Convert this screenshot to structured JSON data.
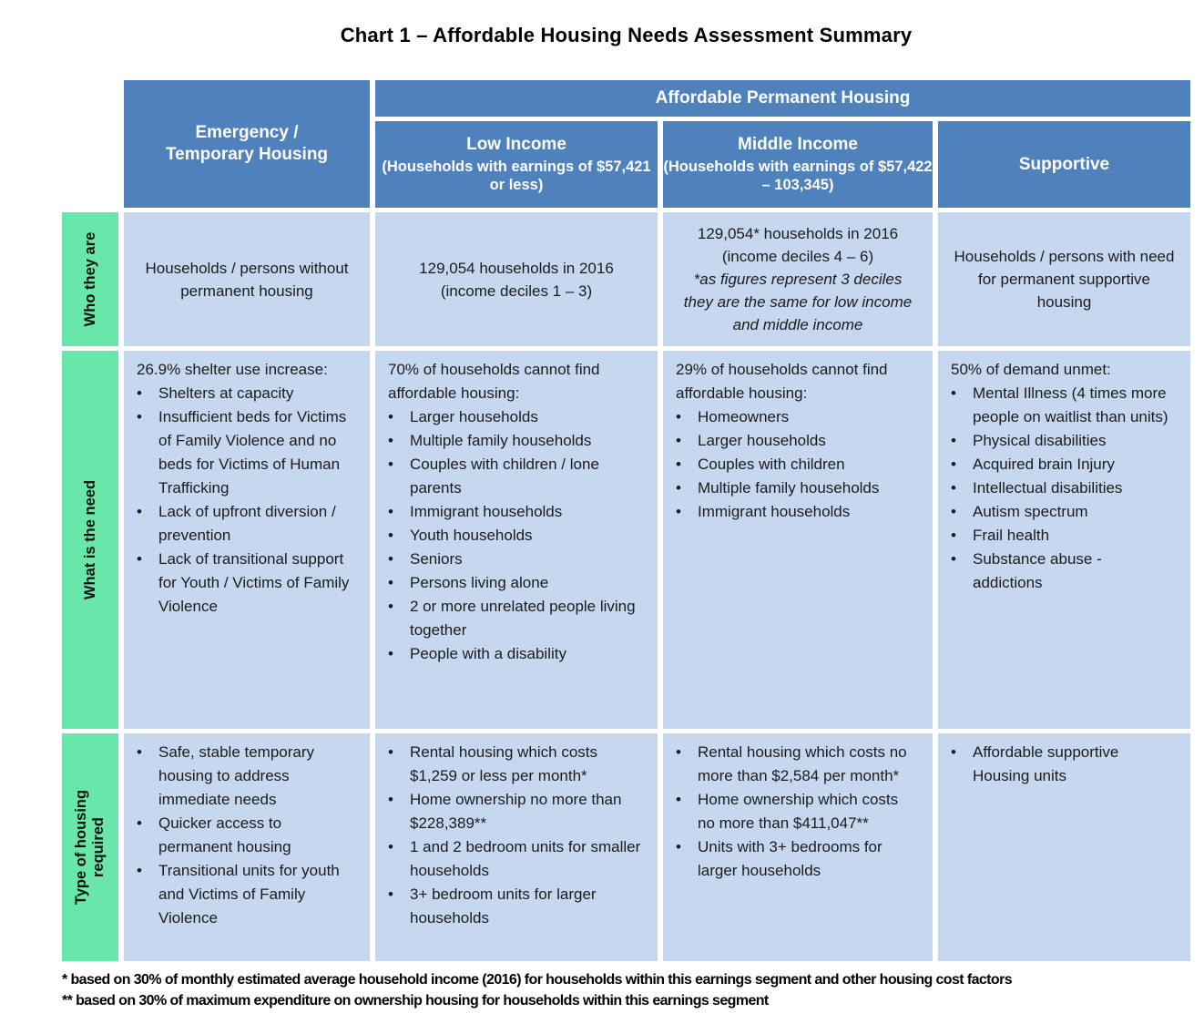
{
  "title": "Chart 1 – Affordable Housing Needs Assessment Summary",
  "colors": {
    "header_blue": "#4f81bd",
    "cell_light_blue": "#c6d8f0",
    "row_label_green": "#69e6aa",
    "header_text": "#ffffff",
    "body_text": "#1b1b1b"
  },
  "header": {
    "emergency": "Emergency / Temporary Housing",
    "permanent_band": "Affordable Permanent Housing",
    "low_title": "Low Income",
    "low_sub": "(Households with earnings of $57,421 or less)",
    "middle_title": "Middle Income",
    "middle_sub": "(Households with earnings of $57,422 – 103,345)",
    "supportive": "Supportive"
  },
  "row_labels": {
    "who": "Who they are",
    "need": "What is the need",
    "type": "Type of housing required"
  },
  "who": {
    "emergency": "Households / persons without permanent housing",
    "low": "129,054 households in 2016 (income deciles 1 – 3)",
    "middle_main": "129,054* households in 2016 (income deciles 4 – 6)",
    "middle_note": "*as figures represent 3 deciles they are the same for low income and middle income",
    "supportive": "Households / persons with need for permanent supportive housing"
  },
  "need": {
    "emergency": {
      "intro": "26.9% shelter use increase:",
      "bullets": [
        "Shelters at capacity",
        "Insufficient beds for Victims of Family Violence and no beds for Victims of Human Trafficking",
        "Lack of upfront diversion / prevention",
        "Lack of transitional support for Youth / Victims of Family Violence"
      ]
    },
    "low": {
      "intro": "70% of households cannot find affordable housing:",
      "bullets": [
        "Larger households",
        "Multiple family households",
        "Couples with children / lone parents",
        "Immigrant households",
        "Youth households",
        "Seniors",
        "Persons living alone",
        "2 or more unrelated people living together",
        "People with a disability"
      ]
    },
    "middle": {
      "intro": "29% of households cannot find affordable housing:",
      "bullets": [
        "Homeowners",
        "Larger households",
        "Couples with children",
        "Multiple family households",
        "Immigrant households"
      ]
    },
    "supportive": {
      "intro": "50% of demand unmet:",
      "bullets": [
        "Mental Illness  (4 times more people on waitlist than units)",
        "Physical disabilities",
        "Acquired brain Injury",
        "Intellectual disabilities",
        "Autism spectrum",
        "Frail health",
        "Substance abuse - addictions"
      ]
    }
  },
  "type": {
    "emergency": {
      "bullets": [
        "Safe, stable temporary housing to address immediate needs",
        "Quicker access to permanent housing",
        "Transitional units for youth and Victims of Family Violence"
      ]
    },
    "low": {
      "bullets": [
        "Rental housing which costs $1,259 or less per month*",
        "Home ownership no more than $228,389**",
        "1 and 2 bedroom units for smaller households",
        "3+ bedroom units for larger households"
      ]
    },
    "middle": {
      "bullets": [
        "Rental housing which costs no more than $2,584 per month*",
        "Home ownership which costs no more than $411,047**",
        "Units with 3+ bedrooms for larger households"
      ]
    },
    "supportive": {
      "bullets": [
        "Affordable supportive Housing units"
      ]
    }
  },
  "footnotes": {
    "line1": "* based on 30% of monthly estimated average household income (2016) for households within this earnings segment and other housing cost factors",
    "line2": "** based on 30% of maximum expenditure on ownership housing for households within this earnings segment"
  }
}
